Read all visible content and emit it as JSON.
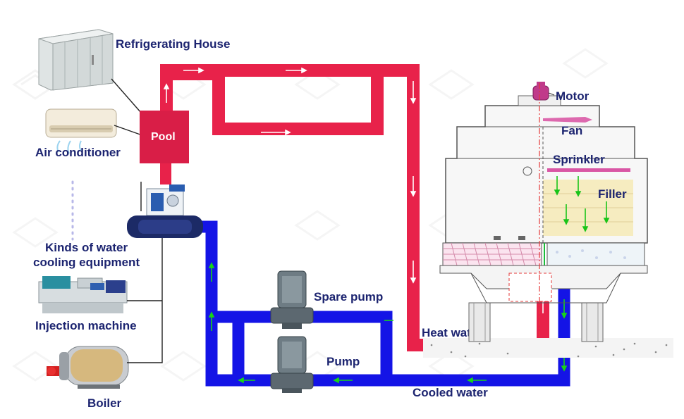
{
  "labels": {
    "refrigerating_house": "Refrigerating House",
    "air_conditioner": "Air conditioner",
    "kinds_line1": "Kinds of water",
    "kinds_line2": "cooling equipment",
    "injection_machine": "Injection machine",
    "boiler": "Boiler",
    "pool": "Pool",
    "spare_pump": "Spare pump",
    "pump": "Pump",
    "heat_water": "Heat water",
    "cooled_water": "Cooled water",
    "motor": "Motor",
    "fan": "Fan",
    "sprinkler": "Sprinkler",
    "filler": "Filler"
  },
  "colors": {
    "hot_pipe": "#e8224a",
    "cold_pipe": "#1414e6",
    "label_text": "#1c2470",
    "pool_fill": "#d91e47",
    "filler_fill": "#f6ecc0",
    "mesh": "#e0a0c0"
  }
}
